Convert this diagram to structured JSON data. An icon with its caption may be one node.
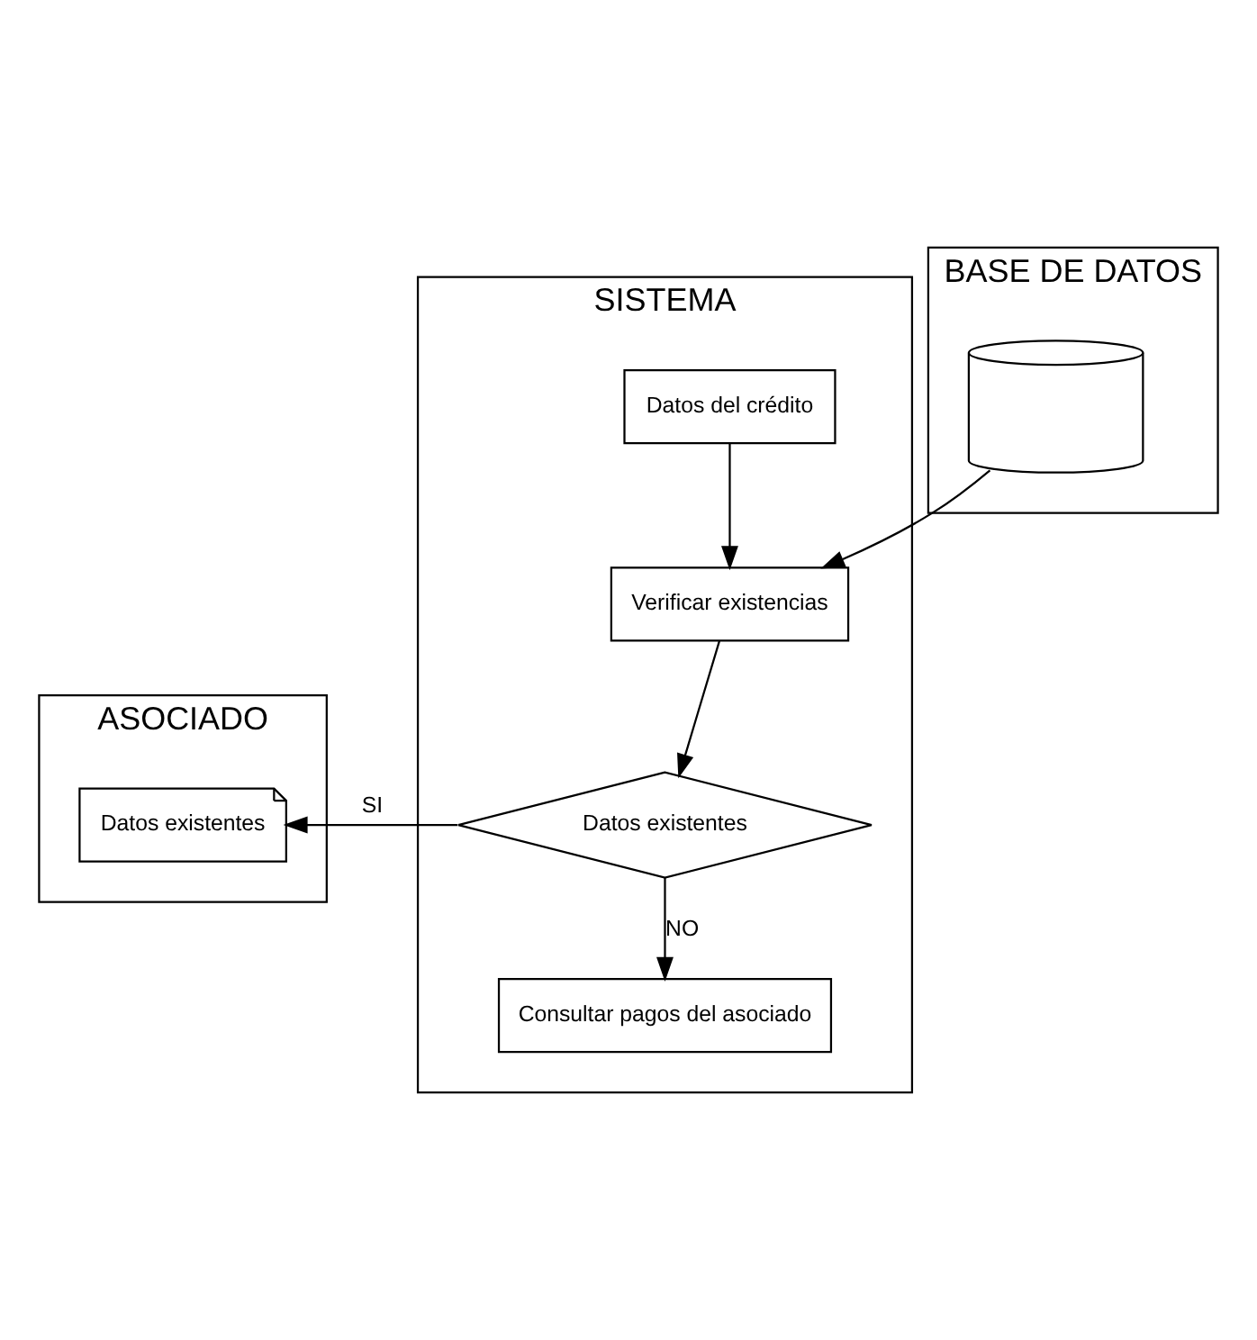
{
  "diagram": {
    "nodes": [
      {
        "text": [
          "ASOCIADO"
        ]
      },
      {
        "text": [
          "SISTEMA"
        ]
      },
      {
        "text": [
          "BASE DE DATOS"
        ]
      },
      {
        "text": [
          "Datos del crédito"
        ],
        "in": 1
      },
      {
        "text": [],
        "shape": "cylinder",
        "in": 2
      },
      {
        "text": [
          "Verificar existencias"
        ],
        "in": 1
      },
      {
        "text": [
          "Datos existentes"
        ],
        "in": 1
      },
      {
        "text": [
          "Datos existentes"
        ],
        "in": 0
      },
      {
        "text": [
          "Consultar pagos del asociado"
        ],
        "in": 1
      }
    ],
    "edges": [
      {
        "from": 3,
        "to": 5,
        "arrow": "to"
      },
      {
        "from": 4,
        "to": 5,
        "arrow": "to"
      },
      {
        "from": 5,
        "to": 6,
        "arrow": "to"
      },
      {
        "from": 6,
        "to": 7,
        "arrow": "to",
        "label": "SI"
      },
      {
        "from": 6,
        "to": 8,
        "arrow": "to",
        "label": "NO"
      }
    ]
  }
}
